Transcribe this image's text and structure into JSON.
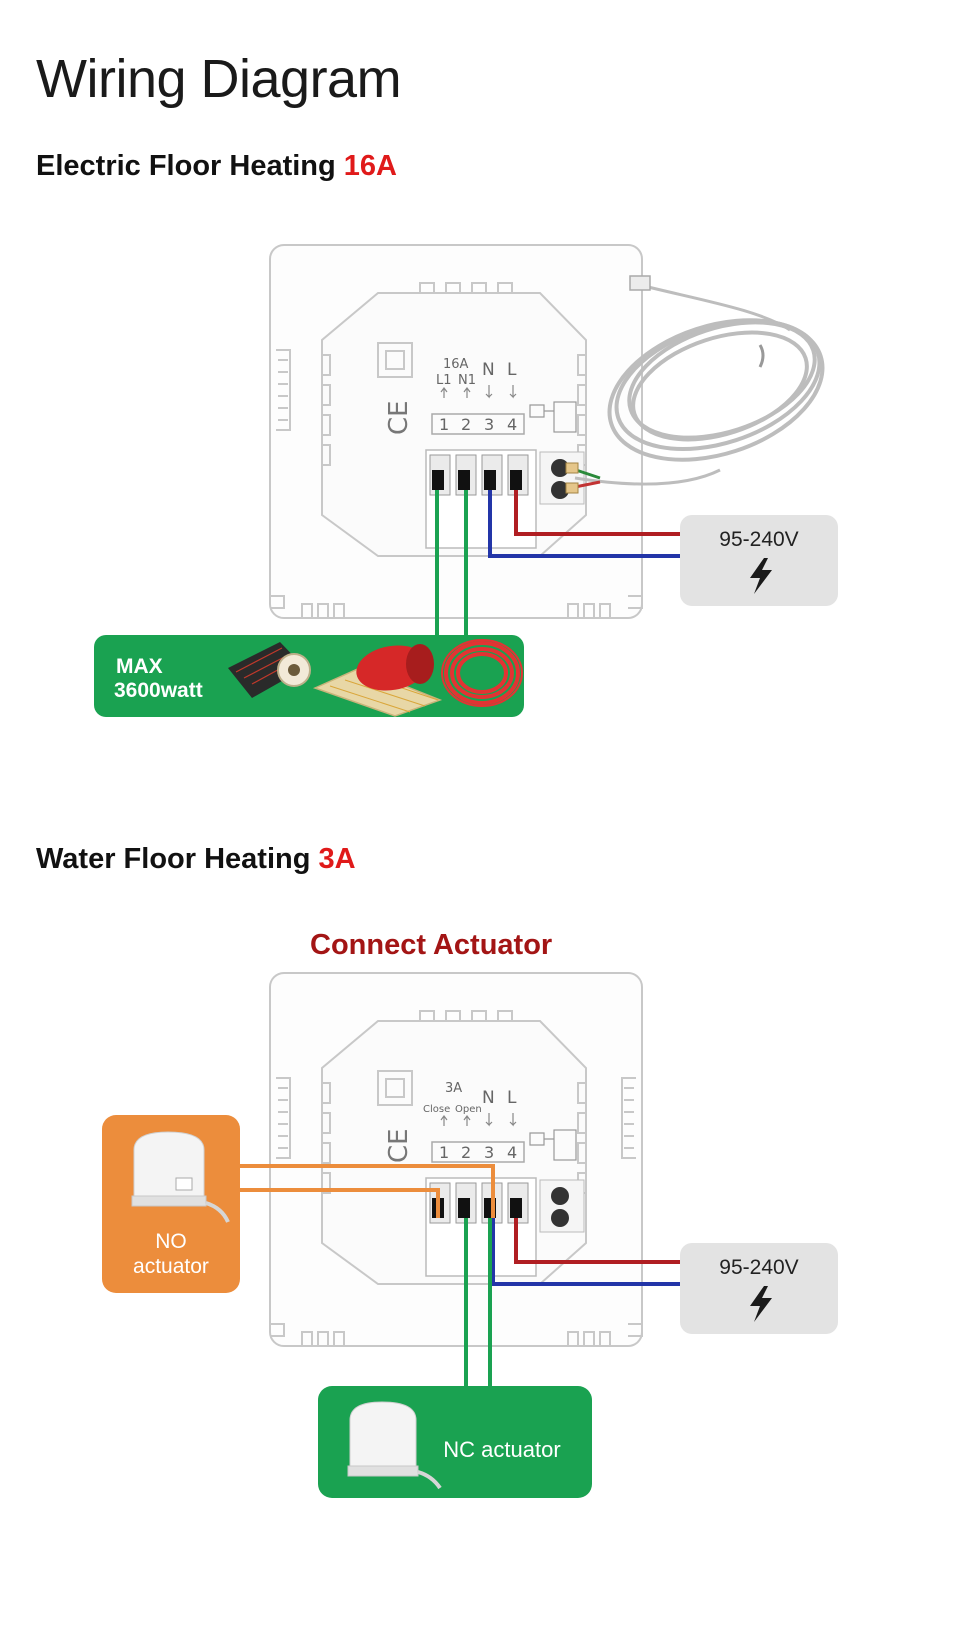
{
  "title": "Wiring Diagram",
  "electric": {
    "heading": "Electric Floor Heating",
    "current": "16A",
    "rating": "16A",
    "terminals": [
      "L1",
      "N1",
      "N",
      "L"
    ],
    "terminal_numbers": [
      "1",
      "2",
      "3",
      "4"
    ],
    "ce_mark": "CE",
    "power_label": "95-240V",
    "load_line1": "MAX",
    "load_line2": "3600watt"
  },
  "water": {
    "heading": "Water Floor Heating",
    "current": "3A",
    "subheading": "Connect Actuator",
    "rating": "3A",
    "terminals": [
      "Close",
      "Open",
      "N",
      "L"
    ],
    "terminal_numbers": [
      "1",
      "2",
      "3",
      "4"
    ],
    "ce_mark": "CE",
    "power_label": "95-240V",
    "no_line1": "NO",
    "no_line2": "actuator",
    "nc_label": "NC actuator"
  },
  "colors": {
    "live": "#b01e22",
    "neutral": "#2335a8",
    "green": "#1aa251",
    "orange": "#ec8d3c",
    "power_bg": "#e3e3e3",
    "title_accent": "#e01a1a",
    "subtitle": "#a31515"
  }
}
